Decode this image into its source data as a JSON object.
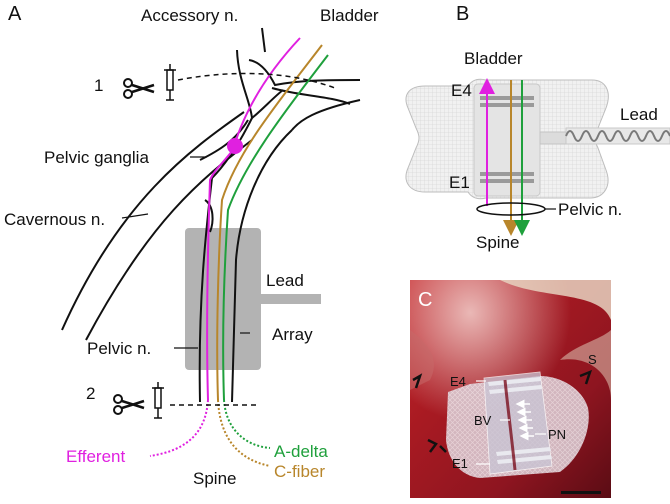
{
  "panels": {
    "a": "A",
    "b": "B",
    "c": "C"
  },
  "panel_a": {
    "accessory_nerve": "Accessory n.",
    "bladder": "Bladder",
    "cut_site_1": "1",
    "cut_site_2": "2",
    "pelvic_ganglia": "Pelvic ganglia",
    "cavernous_nerve": "Cavernous n.",
    "lead": "Lead",
    "array": "Array",
    "pelvic_nerve": "Pelvic n.",
    "efferent": "Efferent",
    "spine": "Spine",
    "a_delta": "A-delta",
    "c_fiber": "C-fiber"
  },
  "panel_b": {
    "bladder": "Bladder",
    "e4": "E4",
    "e1": "E1",
    "lead": "Lead",
    "pelvic_nerve": "Pelvic n.",
    "spine": "Spine"
  },
  "panel_c": {
    "e4": "E4",
    "bv": "BV",
    "pn": "PN",
    "e1": "E1",
    "s": "S"
  },
  "colors": {
    "efferent": "#e020e0",
    "a_delta": "#1fa03c",
    "c_fiber": "#b8862b",
    "array_fill": "#b3b3b3",
    "nerve": "#111111"
  }
}
